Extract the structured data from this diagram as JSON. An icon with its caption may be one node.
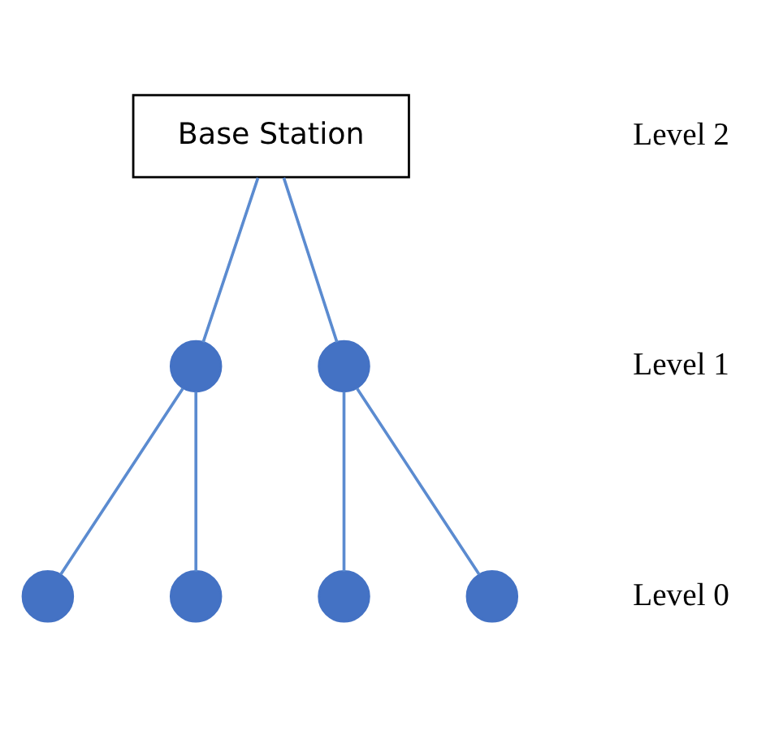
{
  "diagram": {
    "nodes": [
      {
        "text": [
          "Base Station"
        ]
      },
      {
        "text": [],
        "shape": "circle"
      },
      {
        "text": [],
        "shape": "circle"
      },
      {
        "text": [],
        "shape": "circle"
      },
      {
        "text": [],
        "shape": "circle"
      },
      {
        "text": [],
        "shape": "circle"
      },
      {
        "text": [],
        "shape": "circle"
      }
    ],
    "edges": [
      {
        "from": 0,
        "to": 1,
        "arrow": "none"
      },
      {
        "from": 0,
        "to": 2,
        "arrow": "none"
      },
      {
        "from": 1,
        "to": 3,
        "arrow": "none"
      },
      {
        "from": 1,
        "to": 4,
        "arrow": "none"
      },
      {
        "from": 2,
        "to": 5,
        "arrow": "none"
      },
      {
        "from": 2,
        "to": 6,
        "arrow": "none"
      }
    ],
    "labels": [
      "Level 2",
      "Level 1",
      "Level 0"
    ]
  }
}
